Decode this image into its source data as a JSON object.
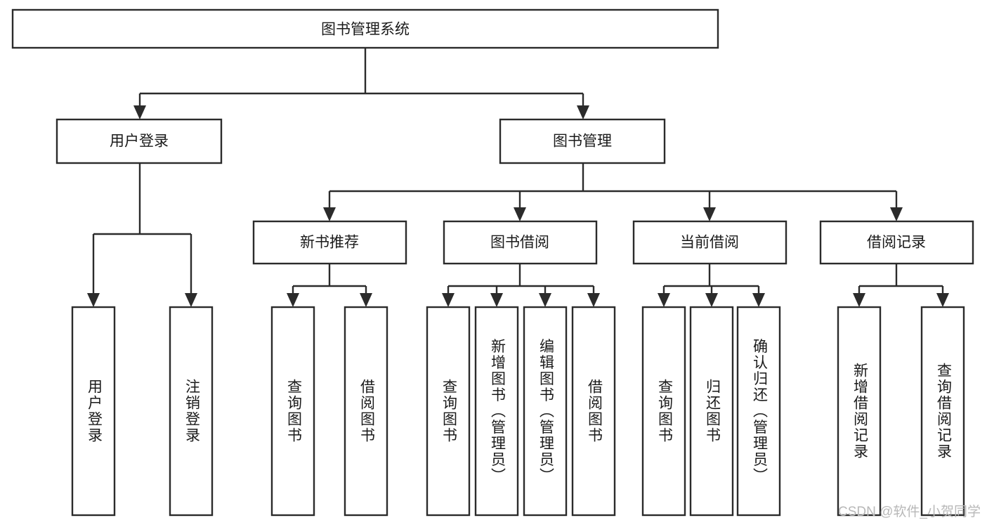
{
  "diagram": {
    "title": "图书管理系统",
    "type": "tree",
    "orientation": "top-down",
    "colors": {
      "box_stroke": "#2b2b2b",
      "box_fill": "#ffffff",
      "text": "#1a1a1a",
      "connector": "#2b2b2b",
      "background": "#ffffff",
      "watermark": "#b8b8b8"
    },
    "root": {
      "label": "图书管理系统"
    },
    "level2": [
      {
        "label": "用户登录"
      },
      {
        "label": "图书管理"
      }
    ],
    "level3": [
      {
        "label": "新书推荐"
      },
      {
        "label": "图书借阅"
      },
      {
        "label": "当前借阅"
      },
      {
        "label": "借阅记录"
      }
    ],
    "leaves": {
      "user_login": [
        {
          "label": "用户登录"
        },
        {
          "label": "注销登录"
        }
      ],
      "new_book_recommend": [
        {
          "label": "查询图书"
        },
        {
          "label": "借阅图书"
        }
      ],
      "book_borrow": [
        {
          "label": "查询图书"
        },
        {
          "label": "新增图书（管理员）"
        },
        {
          "label": "编辑图书（管理员）"
        },
        {
          "label": "借阅图书"
        }
      ],
      "current_borrow": [
        {
          "label": "查询图书"
        },
        {
          "label": "归还图书"
        },
        {
          "label": "确认归还（管理员）"
        }
      ],
      "borrow_record": [
        {
          "label": "新增借阅记录"
        },
        {
          "label": "查询借阅记录"
        }
      ]
    }
  },
  "watermark": {
    "text": "CSDN @软件_小贺同学"
  }
}
